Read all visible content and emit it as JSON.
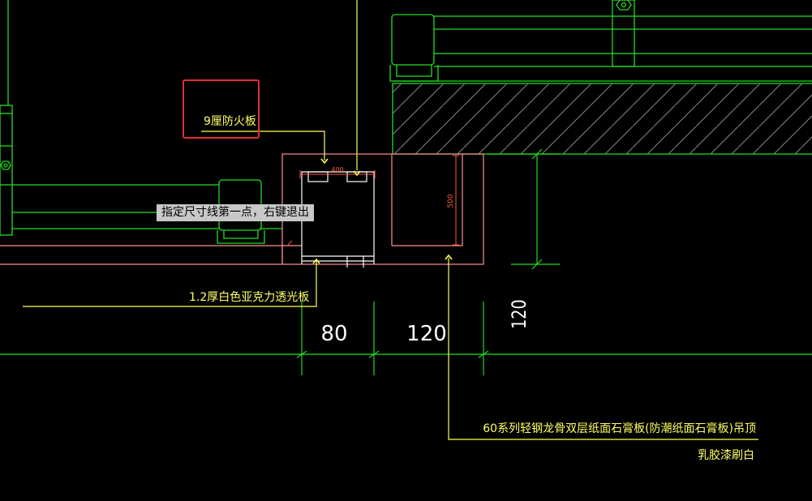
{
  "colors": {
    "background": "#000000",
    "green": "#22dd22",
    "yellow": "#ffff55",
    "pink": "#ff9090",
    "red_highlight": "#e03030",
    "white_text": "#ffffff",
    "dim_red": "#ff5a3c",
    "tooltip_bg": "#c8c8c8"
  },
  "annotations": {
    "fire_board": "9厘防火板",
    "acrylic_panel": "1.2厚白色亚克力透光板",
    "ceiling_line1": "60系列轻钢龙骨双层纸面石膏板(防潮纸面石膏板)吊顶",
    "ceiling_line2": "乳胶漆刷白"
  },
  "dimensions": {
    "d400": "400",
    "d500": "500",
    "d120_vertical": "120",
    "d80": "80",
    "d120_horizontal": "120"
  },
  "command_prompt": "指定尺寸线第一点，右键退出",
  "icons": {
    "hex_nut_left": "hex-nut-icon",
    "hex_nut_top": "hex-nut-icon",
    "arrow_markers": "arrow-down-icon"
  }
}
